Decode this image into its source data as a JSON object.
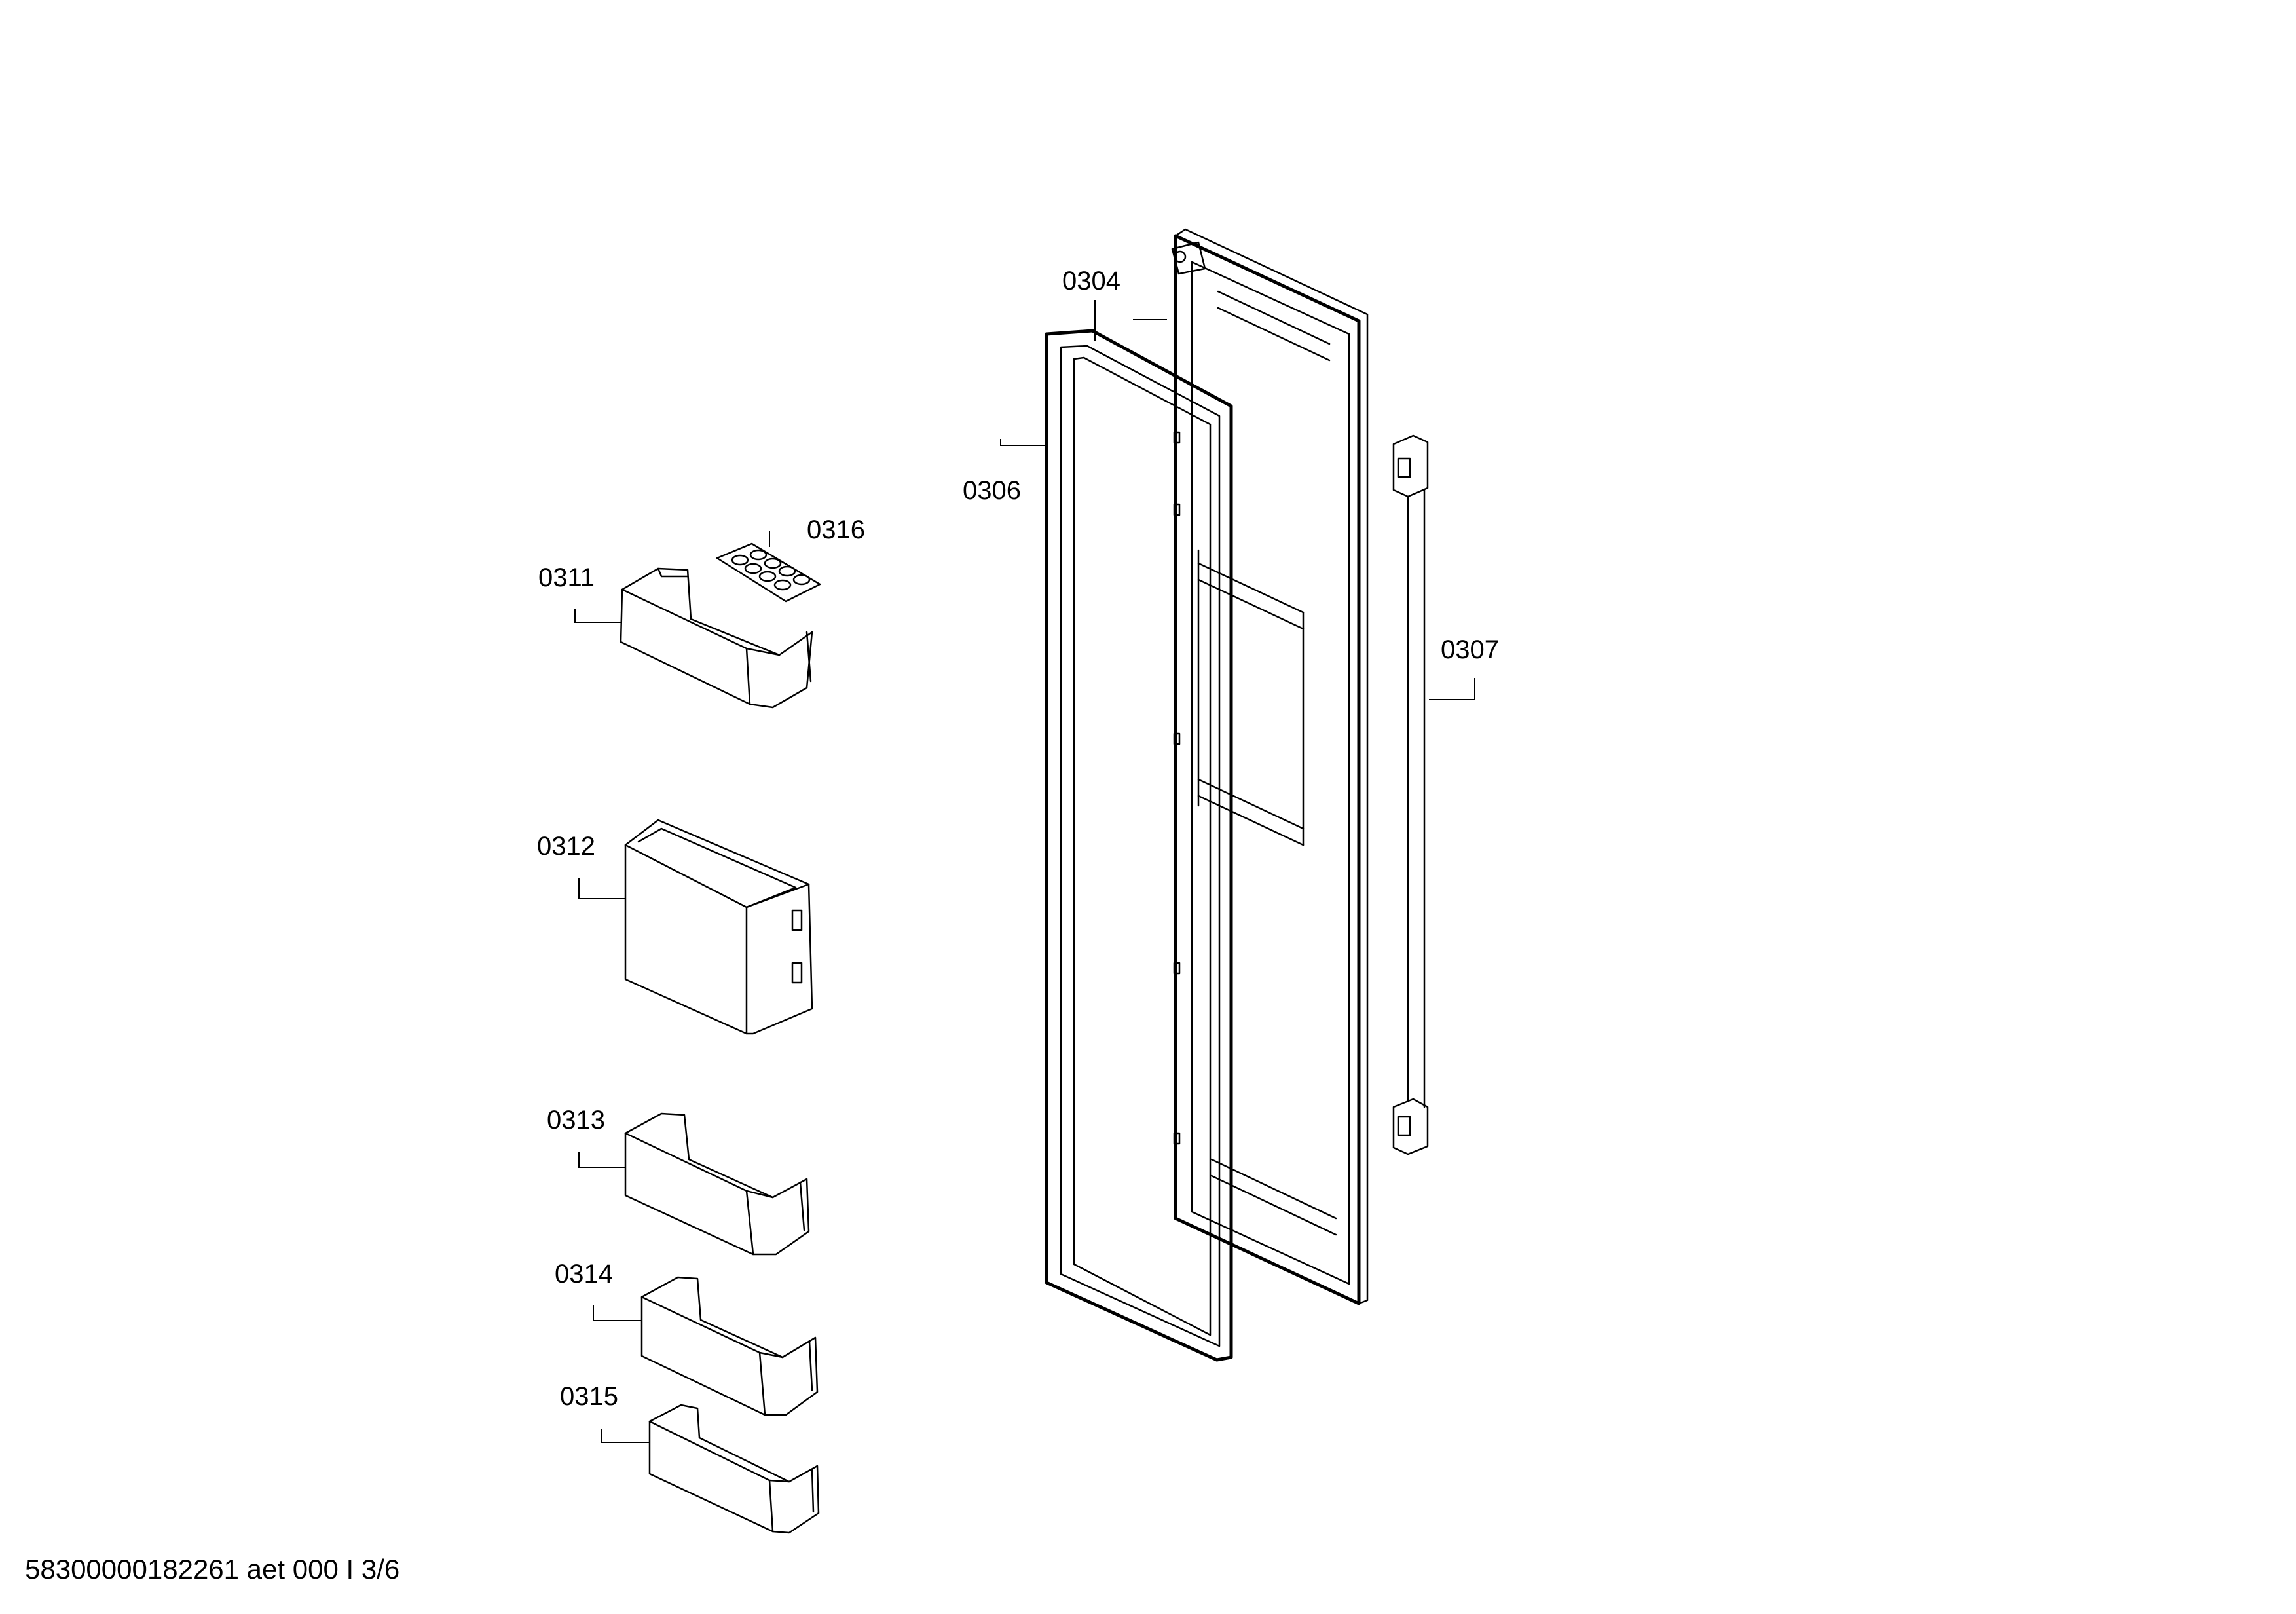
{
  "parts": [
    {
      "id": "door_liner",
      "label": "0304"
    },
    {
      "id": "door_gasket",
      "label": "0306"
    },
    {
      "id": "door_handle",
      "label": "0307"
    },
    {
      "id": "shelf_top",
      "label": "0311"
    },
    {
      "id": "dairy_box",
      "label": "0312"
    },
    {
      "id": "shelf_mid",
      "label": "0313"
    },
    {
      "id": "shelf_lower",
      "label": "0314"
    },
    {
      "id": "shelf_bottom",
      "label": "0315"
    },
    {
      "id": "egg_tray",
      "label": "0316"
    }
  ],
  "footer": {
    "text": "58300000182261 aet 000 I 3/6"
  }
}
